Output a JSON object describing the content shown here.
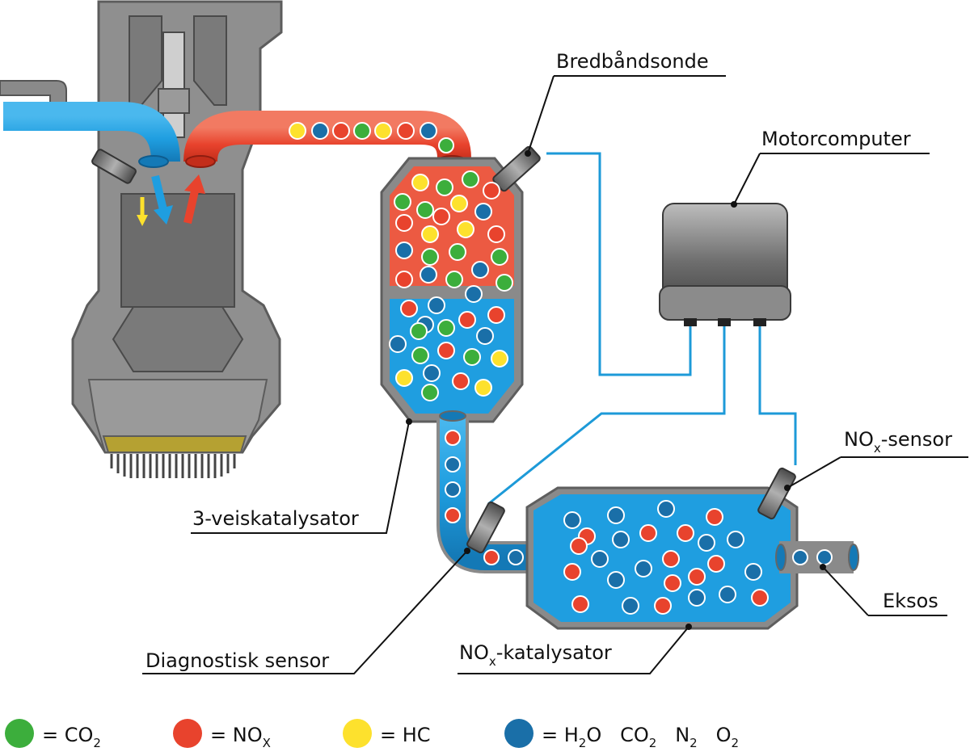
{
  "labels": {
    "wideband": "Bredbåndsonde",
    "computer": "Motorcomputer",
    "nox_sensor_main": "NO",
    "nox_sensor_sub": "x",
    "nox_sensor_tail": "-sensor",
    "three_way": "3-veiskatalysator",
    "diagnostic": "Diagnostisk sensor",
    "nox_cat_main": "NO",
    "nox_cat_sub": "x",
    "nox_cat_tail": "-katalysator",
    "exhaust": "Eksos"
  },
  "legend": [
    {
      "color": "#3cae3c",
      "parts": [
        {
          "t": "= CO"
        },
        {
          "t": "2",
          "sub": true
        }
      ]
    },
    {
      "color": "#e8432d",
      "parts": [
        {
          "t": "= NO"
        },
        {
          "t": "X",
          "sub": true
        }
      ]
    },
    {
      "color": "#fde12d",
      "parts": [
        {
          "t": "= HC"
        }
      ]
    },
    {
      "color": "#1a6fa8",
      "parts": [
        {
          "t": "= H"
        },
        {
          "t": "2",
          "sub": true
        },
        {
          "t": "O   CO"
        },
        {
          "t": "2",
          "sub": true
        },
        {
          "t": "   N"
        },
        {
          "t": "2",
          "sub": true
        },
        {
          "t": "   O"
        },
        {
          "t": "2",
          "sub": true
        }
      ]
    }
  ],
  "colors": {
    "co2": "#3cae3c",
    "nox": "#e8432d",
    "hc": "#fde12d",
    "h2o": "#1a6fa8",
    "cold_gas": "#1f9ee0",
    "hot_gas": "#ec5a42",
    "wire": "#1d9ad8",
    "metal": "#8a8a8a"
  }
}
